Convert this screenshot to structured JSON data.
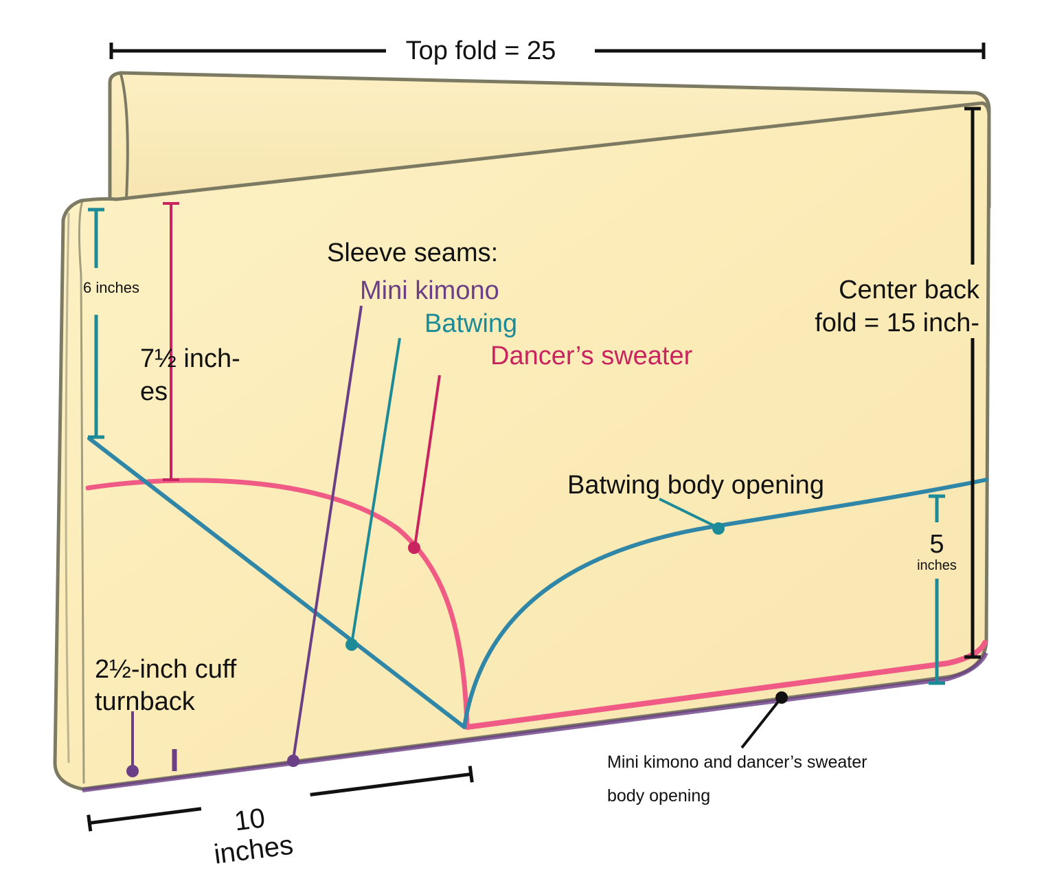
{
  "top_label": "Top fold = 25",
  "center_back": {
    "line1": "Center back",
    "line2": "fold = 15 inch-"
  },
  "sleeve_seams": {
    "heading": "Sleeve seams:",
    "mini_kimono": "Mini kimono",
    "batwing": "Batwing",
    "dancers_sweater": "Dancer’s sweater"
  },
  "six_inches": "6 inches",
  "seven_half": {
    "line1": "7½ inch-",
    "line2": "es"
  },
  "batwing_body_opening": "Batwing body opening",
  "five_inches": {
    "value": "5",
    "unit": "inches"
  },
  "cuff": {
    "line1": "2½-inch cuff",
    "line2": "turnback"
  },
  "ten_inches": {
    "value": "10",
    "unit": "inches"
  },
  "body_opening": {
    "line1": "Mini kimono and dancer’s sweater",
    "line2": "body opening"
  },
  "colors": {
    "fabric": "#fbeebd",
    "fabric_outline": "#7d7a63",
    "purple": "#6a3f86",
    "teal": "#1c8b97",
    "pink": "#ef5b85",
    "magenta": "#c8245f",
    "blue_line": "#2f86a6",
    "black": "#111111"
  }
}
